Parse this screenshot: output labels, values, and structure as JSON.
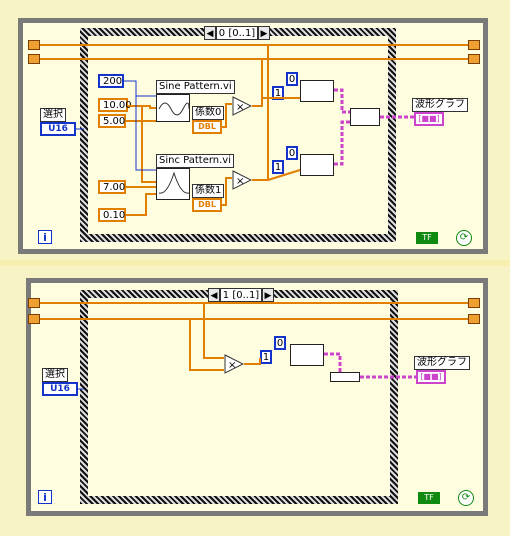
{
  "frame0": {
    "selector": "0 [0..1]",
    "consts": {
      "samples": "200",
      "amp": "10.00",
      "cycles": "5.00",
      "sinc_a": "7.00",
      "sinc_b": "0.10",
      "idx0": "0",
      "idx1": "1",
      "idx0b": "0",
      "idx1b": "1"
    },
    "sine_vi": "Sine Pattern.vi",
    "sinc_vi": "Sinc Pattern.vi",
    "coef0": "係数0",
    "coef1": "係数1",
    "dbl": "DBL",
    "select_label": "選択",
    "select_type": "U16",
    "graph_label": "波形グラフ",
    "multiply": "×",
    "iter_icon": "i",
    "tf_label": "TF",
    "stop_icon": "⟳",
    "arrow_left": "◀",
    "arrow_right": "▶",
    "dbl_tag": "DBL",
    "xy_tag": "[■■]"
  },
  "frame1": {
    "selector": "1 [0..1]",
    "idx0": "0",
    "idx1": "1",
    "select_label": "選択",
    "select_type": "U16",
    "graph_label": "波形グラフ",
    "multiply": "×",
    "iter_icon": "i",
    "tf_label": "TF",
    "stop_icon": "⟳",
    "arrow_left": "◀",
    "arrow_right": "▶",
    "xy_tag": "[■■]"
  },
  "colors": {
    "orange": "#e07f00",
    "blue": "#1433c8",
    "pink": "#cc44cc",
    "gray": "#7a7a7a",
    "green": "#118a11"
  }
}
